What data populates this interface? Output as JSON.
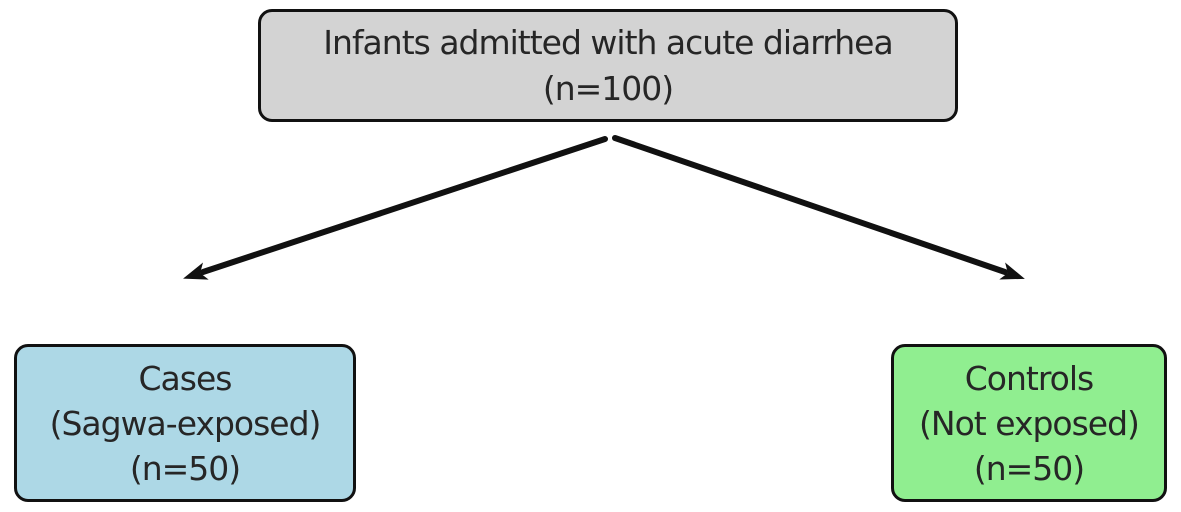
{
  "diagram": {
    "type": "flowchart",
    "nodes": {
      "root": {
        "lines": [
          "Infants admitted with acute diarrhea",
          "(n=100)"
        ],
        "fill": "#d3d3d3"
      },
      "cases": {
        "lines": [
          "Cases",
          "(Sagwa-exposed)",
          "(n=50)"
        ],
        "fill": "#add8e6"
      },
      "controls": {
        "lines": [
          "Controls",
          "(Not exposed)",
          "(n=50)"
        ],
        "fill": "#90ee90"
      }
    },
    "edges": [
      {
        "from": "root",
        "to": "cases"
      },
      {
        "from": "root",
        "to": "controls"
      }
    ],
    "colors": {
      "border": "#111111",
      "text": "#262626",
      "arrow": "#111111",
      "background": "#ffffff"
    }
  }
}
